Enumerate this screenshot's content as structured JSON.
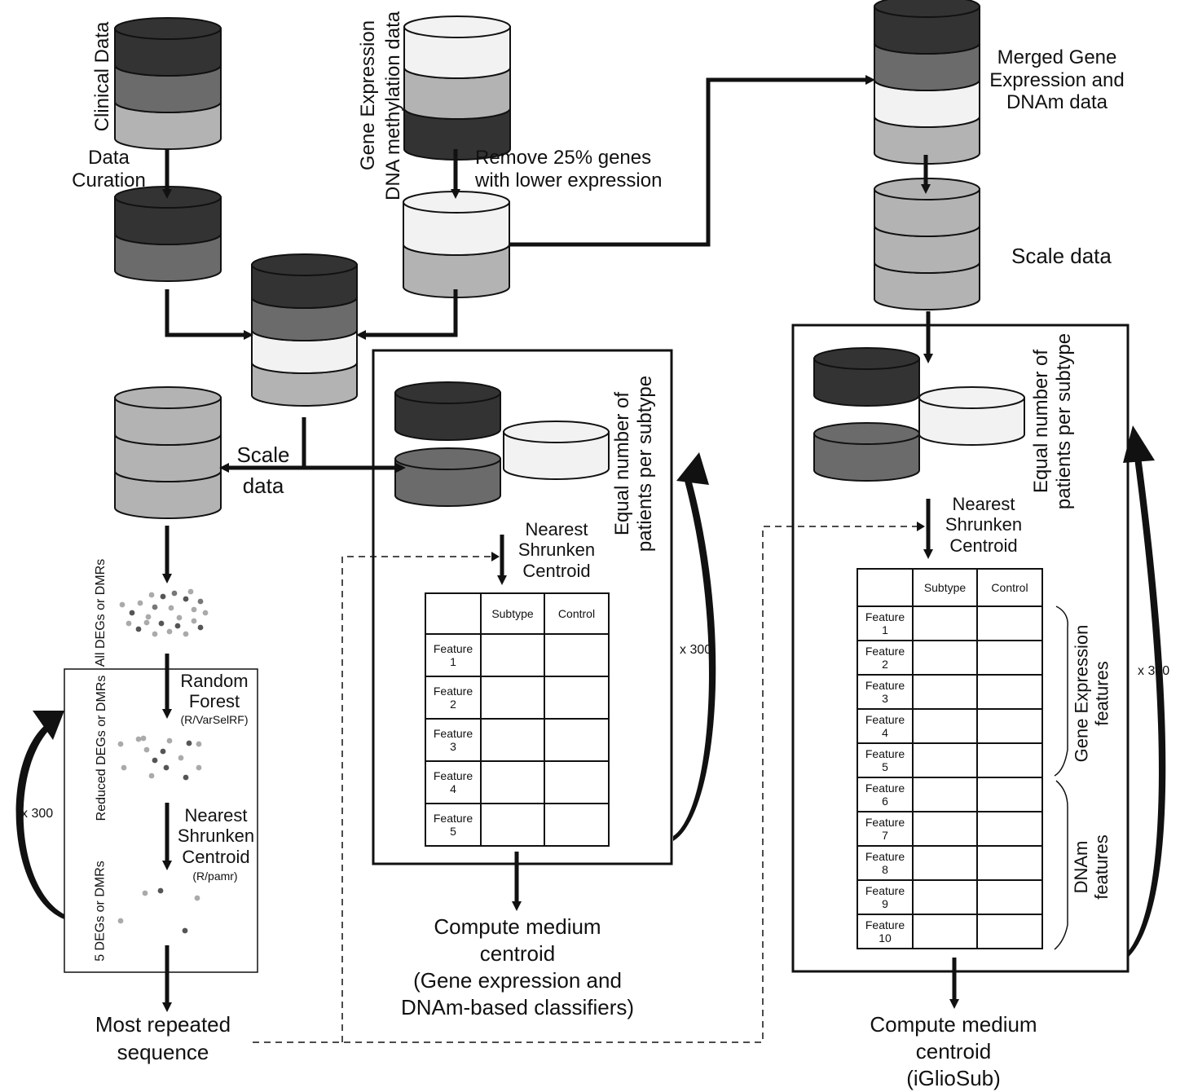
{
  "labels": {
    "clinical_data": "Clinical Data",
    "gene_expression": "Gene Expression",
    "dna_methylation": "DNA methylation data",
    "data_curation": "Data\nCuration",
    "remove_genes": "Remove 25% genes\nwith lower expression",
    "merged": "Merged Gene\nExpression and\nDNAm data",
    "scale_data_right": "Scale data",
    "scale_data_left": "Scale\ndata",
    "all_degs": "All DEGs or DMRs",
    "reduced_degs": "Reduced DEGs or DMRs",
    "five_degs": "5 DEGs or DMRs",
    "random_forest": "Random\nForest",
    "random_forest_pkg": "(R/VarSelRF)",
    "nsc_left": "Nearest\nShrunken\nCentroid",
    "nsc_left_pkg": "(R/pamr)",
    "x300_left": "x 300",
    "most_repeated": "Most repeated\nsequence",
    "nsc_mid": "Nearest\nShrunken\nCentroid",
    "equal_mid": "Equal number of\npatients per subtype",
    "x300_mid": "x 300",
    "compute_mid": "Compute medium\ncentroid\n(Gene expression and\nDNAm-based classifiers)",
    "nsc_right": "Nearest\nShrunken\nCentroid",
    "equal_right": "Equal number of\npatients per subtype",
    "x300_right": "x 300",
    "gene_features": "Gene Expression\nfeatures",
    "dnam_features": "DNAm\nfeatures",
    "compute_right": "Compute medium\ncentroid\n(iGlioSub)"
  },
  "table_mid": {
    "headers": [
      "",
      "Subtype",
      "Control"
    ],
    "rows": [
      "Feature\n1",
      "Feature\n2",
      "Feature\n3",
      "Feature\n4",
      "Feature\n5"
    ]
  },
  "table_right": {
    "headers": [
      "",
      "Subtype",
      "Control"
    ],
    "rows": [
      "Feature\n1",
      "Feature\n2",
      "Feature\n3",
      "Feature\n4",
      "Feature\n5",
      "Feature\n6",
      "Feature\n7",
      "Feature\n8",
      "Feature\n9",
      "Feature\n10"
    ]
  },
  "colors": {
    "dark": "#333333",
    "medium": "#6b6b6b",
    "light": "#b3b3b3",
    "white": "#f2f2f2"
  }
}
